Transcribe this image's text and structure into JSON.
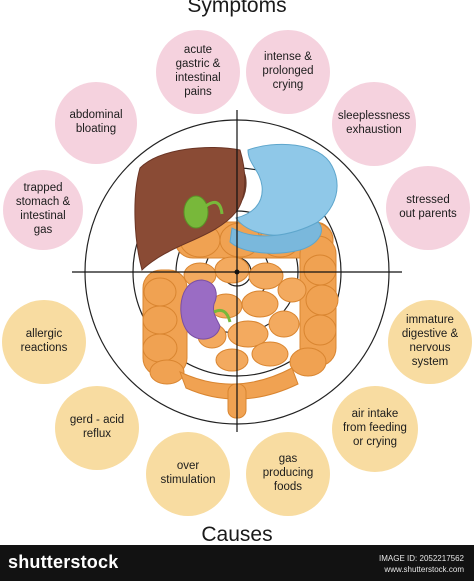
{
  "titles": {
    "symptoms": "Symptoms",
    "causes": "Causes"
  },
  "symptoms": [
    {
      "id": "abdominal-bloating",
      "label": "abdominal\nbloating"
    },
    {
      "id": "acute-gastric-intestinal-pains",
      "label": "acute\ngastric &\nintestinal\npains"
    },
    {
      "id": "intense-prolonged-crying",
      "label": "intense &\nprolonged\ncrying"
    },
    {
      "id": "sleeplessness-exhaustion",
      "label": "sleeplessness\nexhaustion"
    },
    {
      "id": "trapped-stomach-intestinal-gas",
      "label": "trapped\nstomach &\nintestinal\ngas"
    },
    {
      "id": "stressed-out-parents",
      "label": "stressed\nout parents"
    }
  ],
  "causes": [
    {
      "id": "allergic-reactions",
      "label": "allergic\nreactions"
    },
    {
      "id": "immature-digestive-nervous-system",
      "label": "immature\ndigestive &\nnervous\nsystem"
    },
    {
      "id": "gerd-acid-reflux",
      "label": "gerd - acid\nreflux"
    },
    {
      "id": "air-intake",
      "label": "air intake\nfrom feeding\nor crying"
    },
    {
      "id": "over-stimulation",
      "label": "over\nstimulation"
    },
    {
      "id": "gas-producing-foods",
      "label": "gas\nproducing\nfoods"
    }
  ],
  "colors": {
    "symptom_fill": "#f5d2de",
    "cause_fill": "#f8dca1",
    "liver": "#8a4b35",
    "stomach": "#8fc8e8",
    "intestine": "#f0a252",
    "kidney": "#9a6cc4",
    "gallbladder": "#78b83a"
  },
  "footer": {
    "brand": "shutterstock",
    "image_id": "IMAGE ID: 2052217562",
    "site": "www.shutterstock.com"
  }
}
